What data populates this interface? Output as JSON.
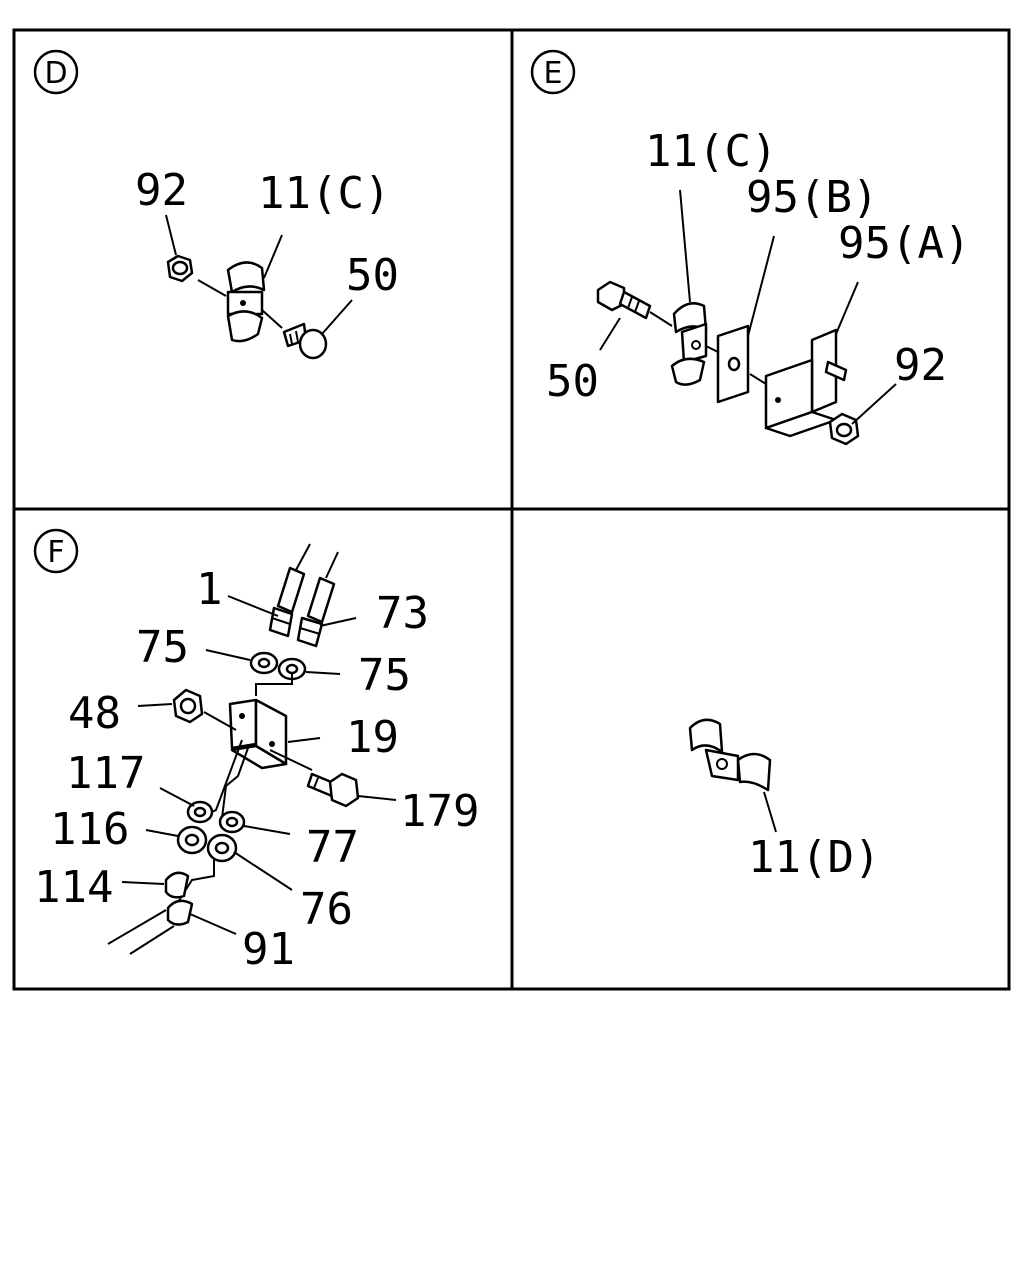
{
  "panels": {
    "d": {
      "badge": "D",
      "labels": {
        "nut": "92",
        "clip": "11(C)",
        "bolt": "50"
      }
    },
    "e": {
      "badge": "E",
      "labels": {
        "clip": "11(C)",
        "plate": "95(B)",
        "bracket": "95(A)",
        "nut": "92",
        "bolt": "50"
      }
    },
    "f": {
      "badge": "F",
      "labels": {
        "p1": "1",
        "p73": "73",
        "p75a": "75",
        "p75b": "75",
        "p48": "48",
        "p19": "19",
        "p117": "117",
        "p179": "179",
        "p116": "116",
        "p77": "77",
        "p114": "114",
        "p76": "76",
        "p91": "91"
      }
    },
    "g": {
      "labels": {
        "clip": "11(D)"
      }
    }
  }
}
